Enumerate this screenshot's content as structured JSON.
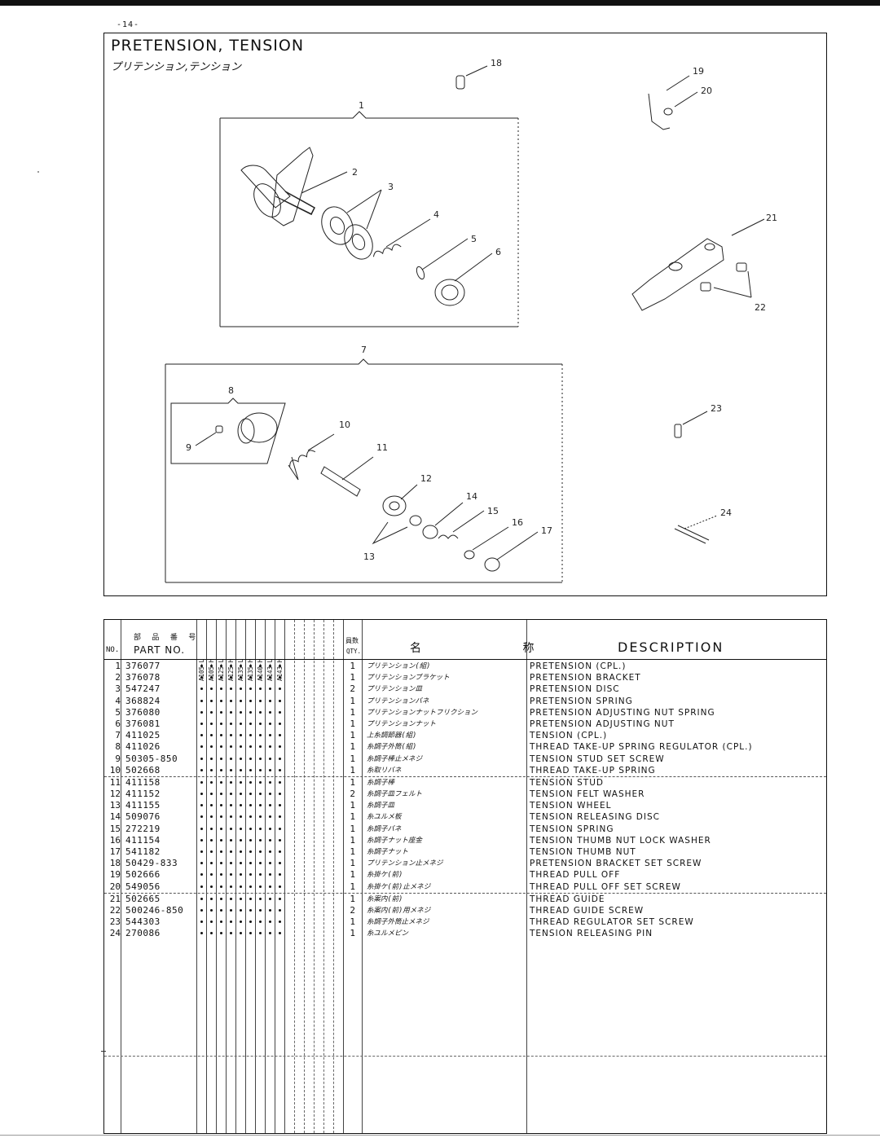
{
  "page": {
    "number": "-14-"
  },
  "title": {
    "en": "PRETENSION, TENSION",
    "jp": "プリテンション,テンション"
  },
  "callouts": [
    "1",
    "2",
    "3",
    "4",
    "5",
    "6",
    "7",
    "8",
    "9",
    "10",
    "11",
    "12",
    "13",
    "14",
    "15",
    "16",
    "17",
    "18",
    "19",
    "20",
    "21",
    "22",
    "23",
    "24"
  ],
  "table": {
    "headers": {
      "no": "NO.",
      "part_jp": "部 品 番 号",
      "part": "PART NO.",
      "models": [
        "A105-L",
        "A105-H",
        "A125-L",
        "A125-H",
        "A135-L",
        "A135-H",
        "A140-H",
        "A143-L",
        "A143-H"
      ],
      "qty_jp": "員数",
      "qty": "QTY.",
      "name_jp": "名 称",
      "description": "DESCRIPTION"
    },
    "rows": [
      {
        "no": "1",
        "part": "376077",
        "qty": "1",
        "jp": "プリテンション(組)",
        "desc": "PRETENSION (CPL.)"
      },
      {
        "no": "2",
        "part": "376078",
        "qty": "1",
        "jp": "プリテンションブラケット",
        "desc": "PRETENSION BRACKET"
      },
      {
        "no": "3",
        "part": "547247",
        "qty": "2",
        "jp": "プリテンション皿",
        "desc": "PRETENSION DISC"
      },
      {
        "no": "4",
        "part": "368824",
        "qty": "1",
        "jp": "プリテンションバネ",
        "desc": "PRETENSION SPRING"
      },
      {
        "no": "5",
        "part": "376080",
        "qty": "1",
        "jp": "プリテンションナットフリクション",
        "desc": "PRETENSION ADJUSTING NUT SPRING"
      },
      {
        "no": "6",
        "part": "376081",
        "qty": "1",
        "jp": "プリテンションナット",
        "desc": "PRETENSION ADJUSTING NUT"
      },
      {
        "no": "7",
        "part": "411025",
        "qty": "1",
        "jp": "上糸調節器(組)",
        "desc": "TENSION (CPL.)"
      },
      {
        "no": "8",
        "part": "411026",
        "qty": "1",
        "jp": "糸調子外筒(組)",
        "desc": "THREAD TAKE-UP SPRING REGULATOR (CPL.)"
      },
      {
        "no": "9",
        "part": "50305-850",
        "qty": "1",
        "jp": "糸調子棒止メネジ",
        "desc": "TENSION STUD SET SCREW"
      },
      {
        "no": "10",
        "part": "502668",
        "qty": "1",
        "jp": "糸取リバネ",
        "desc": "THREAD TAKE-UP SPRING"
      },
      {
        "no": "11",
        "part": "411158",
        "qty": "1",
        "jp": "糸調子棒",
        "desc": "TENSION STUD"
      },
      {
        "no": "12",
        "part": "411152",
        "qty": "2",
        "jp": "糸調子皿フェルト",
        "desc": "TENSION FELT WASHER"
      },
      {
        "no": "13",
        "part": "411155",
        "qty": "1",
        "jp": "糸調子皿",
        "desc": "TENSION WHEEL"
      },
      {
        "no": "14",
        "part": "509076",
        "qty": "1",
        "jp": "糸ユルメ板",
        "desc": "TENSION RELEASING DISC"
      },
      {
        "no": "15",
        "part": "272219",
        "qty": "1",
        "jp": "糸調子バネ",
        "desc": "TENSION SPRING"
      },
      {
        "no": "16",
        "part": "411154",
        "qty": "1",
        "jp": "糸調子ナット座金",
        "desc": "TENSION THUMB NUT LOCK WASHER"
      },
      {
        "no": "17",
        "part": "541182",
        "qty": "1",
        "jp": "糸調子ナット",
        "desc": "TENSION THUMB NUT"
      },
      {
        "no": "18",
        "part": "50429-833",
        "qty": "1",
        "jp": "プリテンション止メネジ",
        "desc": "PRETENSION BRACKET SET SCREW"
      },
      {
        "no": "19",
        "part": "502666",
        "qty": "1",
        "jp": "糸掛ケ(前)",
        "desc": "THREAD PULL OFF"
      },
      {
        "no": "20",
        "part": "549056",
        "qty": "1",
        "jp": "糸掛ケ(前)止メネジ",
        "desc": "THREAD PULL OFF SET SCREW"
      },
      {
        "no": "21",
        "part": "502665",
        "qty": "1",
        "jp": "糸案内(前)",
        "desc": "THREAD GUIDE"
      },
      {
        "no": "22",
        "part": "500246-850",
        "qty": "2",
        "jp": "糸案内(前)用メネジ",
        "desc": "THREAD GUIDE SCREW"
      },
      {
        "no": "23",
        "part": "544303",
        "qty": "1",
        "jp": "糸調子外筒止メネジ",
        "desc": "THREAD REGULATOR SET SCREW"
      },
      {
        "no": "24",
        "part": "270086",
        "qty": "1",
        "jp": "糸ユルメピン",
        "desc": "TENSION RELEASING PIN"
      }
    ]
  }
}
